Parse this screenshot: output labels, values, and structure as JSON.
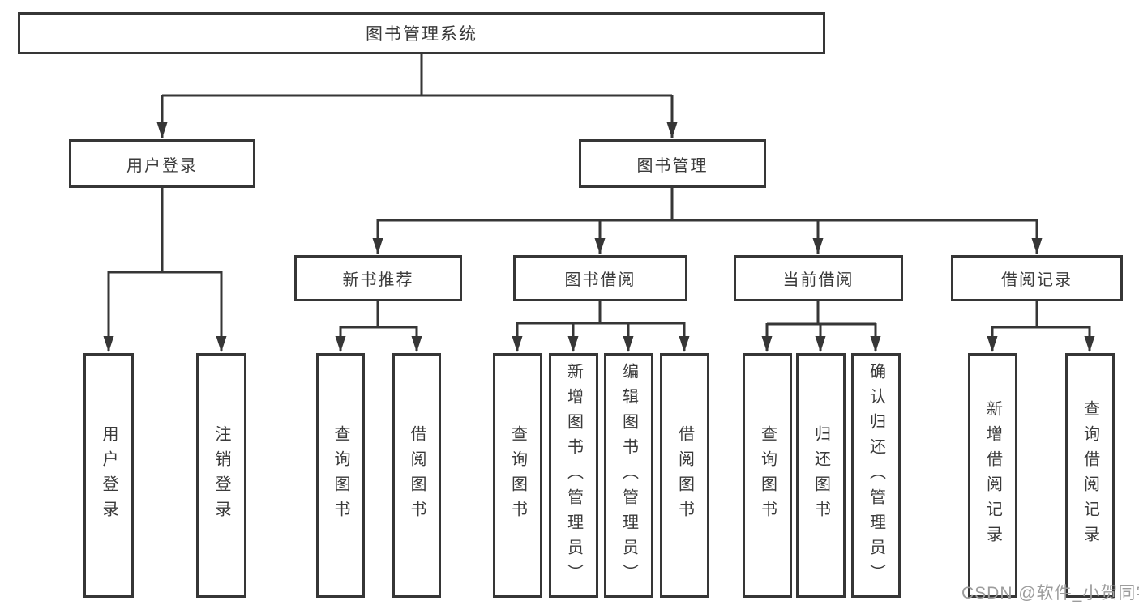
{
  "diagram": {
    "root": "图书管理系统",
    "level2": {
      "user_login": "用户登录",
      "book_mgmt": "图书管理"
    },
    "level3": {
      "new_books": "新书推荐",
      "book_borrow": "图书借阅",
      "current_borrow": "当前借阅",
      "borrow_records": "借阅记录"
    },
    "leaves": {
      "user_login": "用户登录",
      "logout": "注销登录",
      "nb_query_books": "查询图书",
      "nb_borrow_books": "借阅图书",
      "bb_query_books": "查询图书",
      "bb_add_book_admin": "新增图书（管理员）",
      "bb_edit_book_admin": "编辑图书（管理员）",
      "bb_borrow_books": "借阅图书",
      "cb_query_books": "查询图书",
      "cb_return_books": "归还图书",
      "cb_confirm_return_admin": "确认归还（管理员）",
      "br_add_record": "新增借阅记录",
      "br_query_record": "查询借阅记录"
    },
    "watermark": "CSDN @软件_小贺同学",
    "colors": {
      "line": "#363636",
      "text": "#3a3a3a",
      "watermark": "#9c9c9c",
      "background": "#ffffff"
    }
  }
}
